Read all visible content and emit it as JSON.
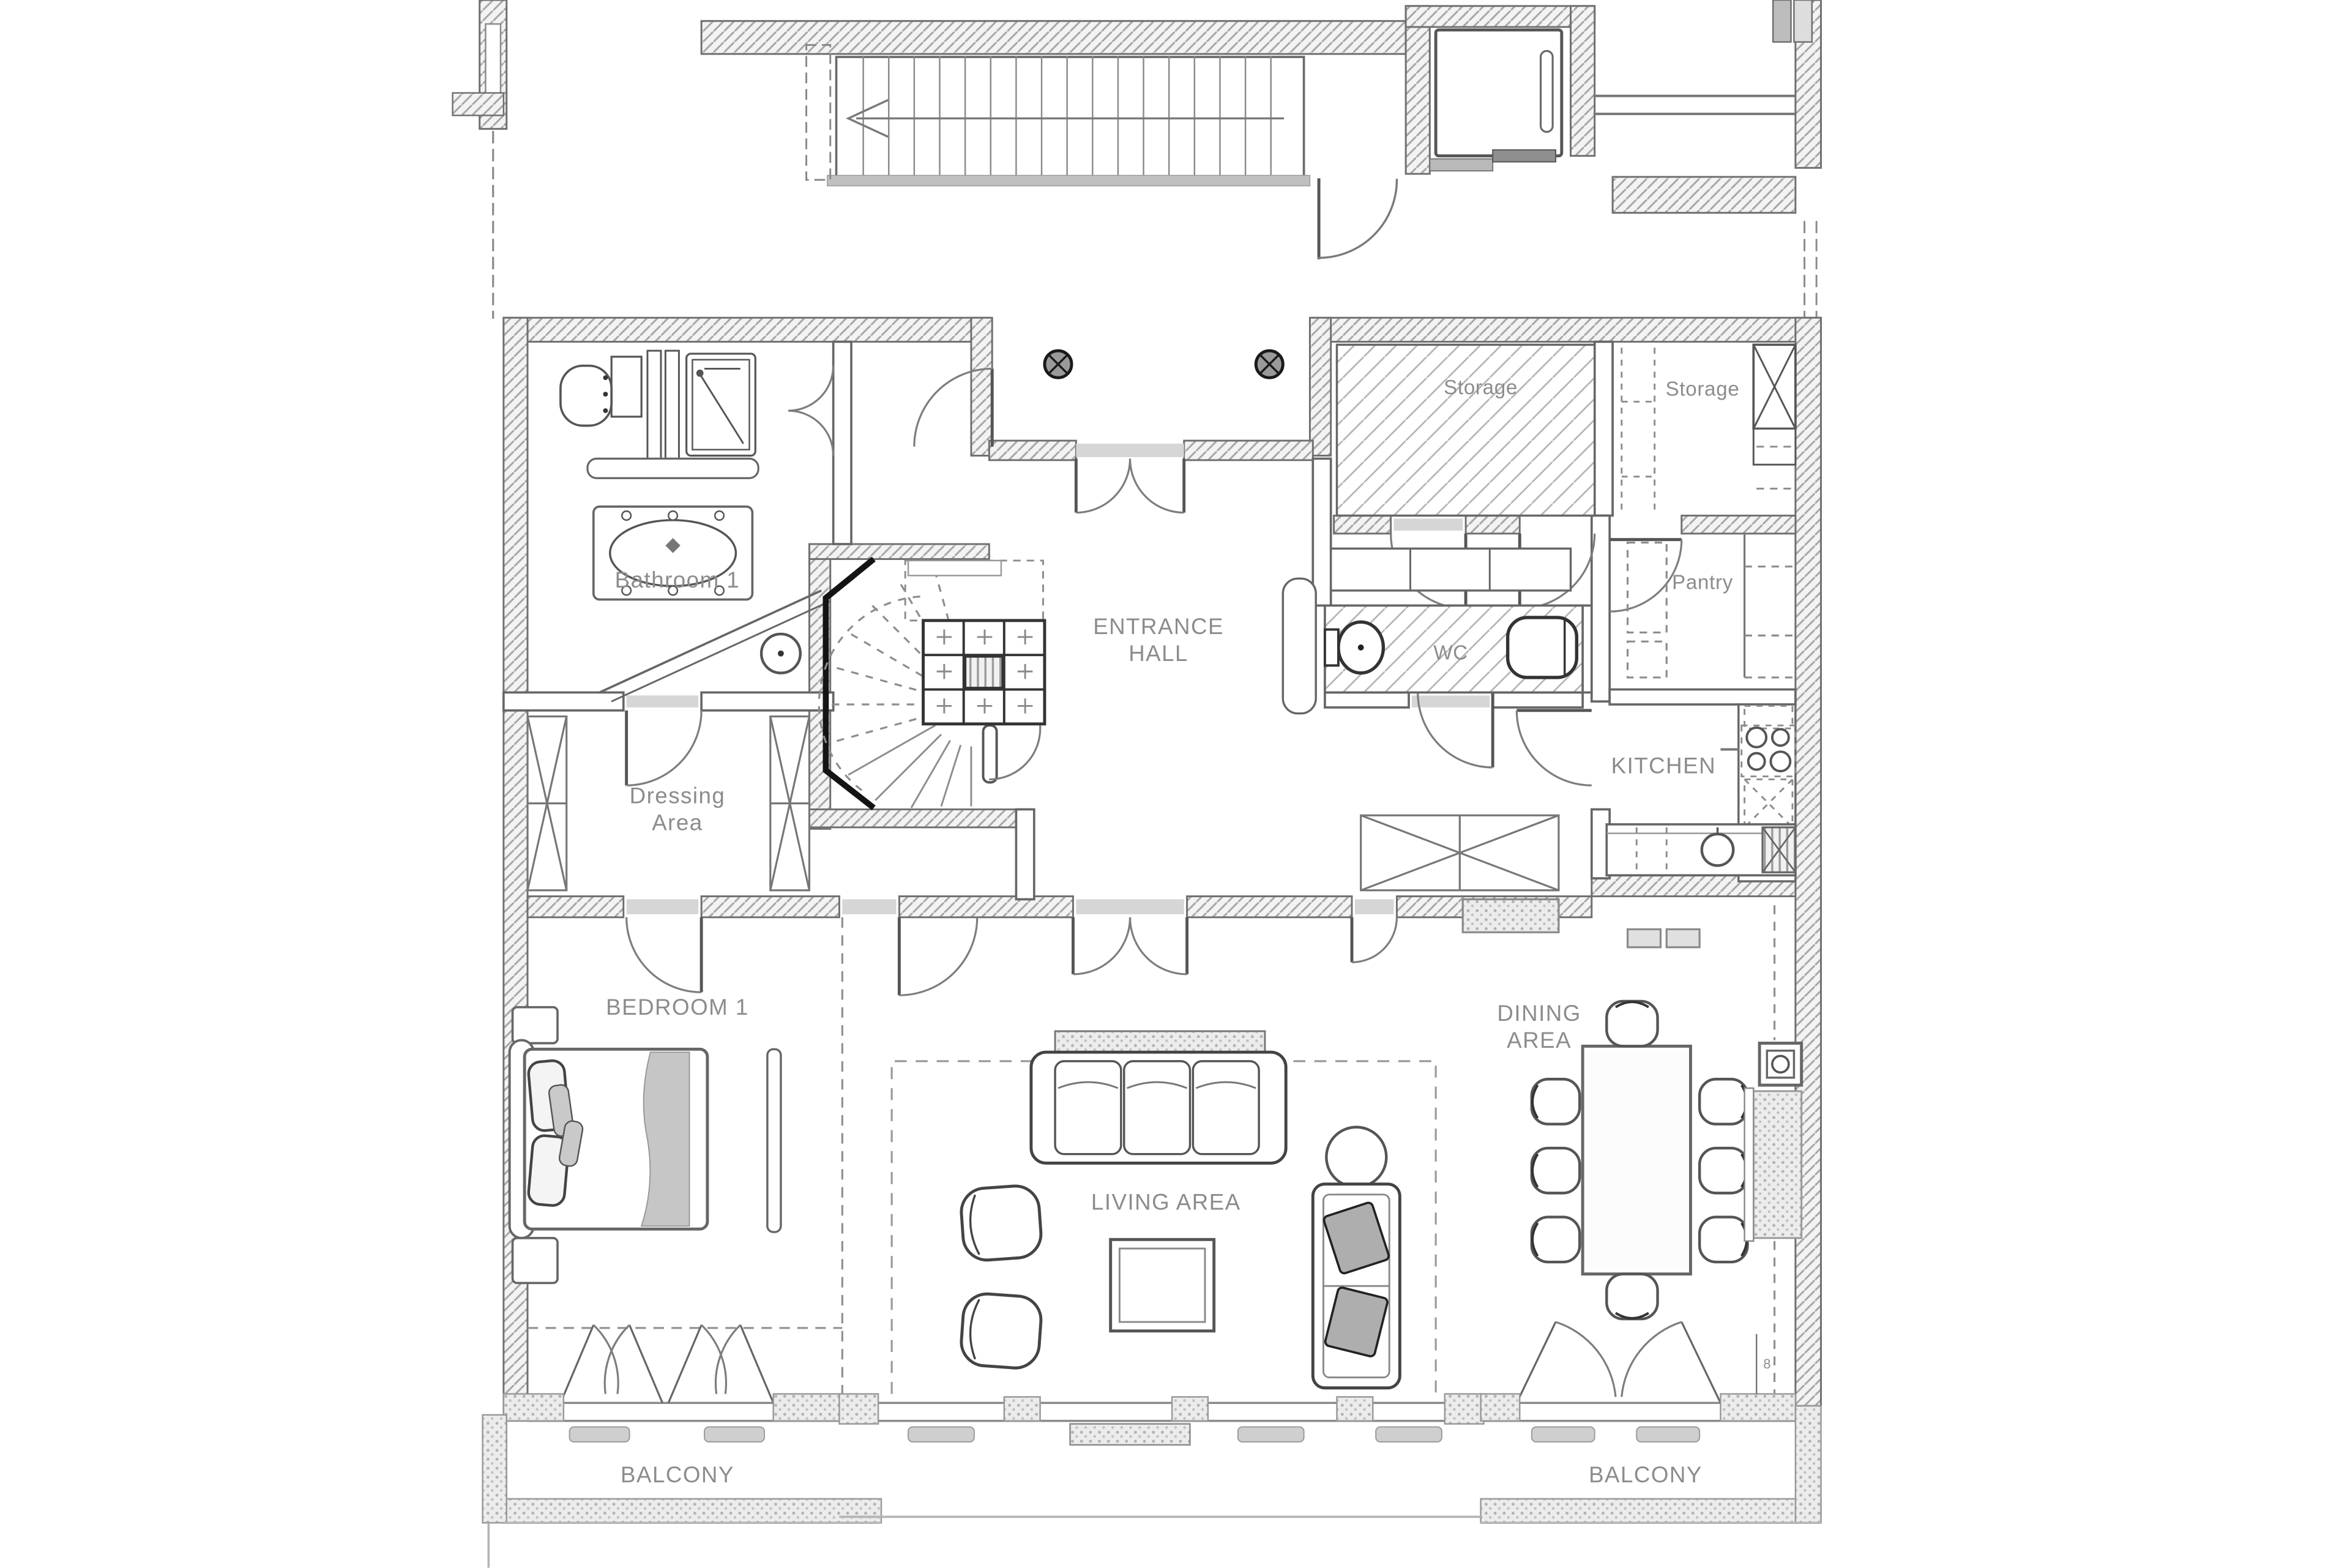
{
  "document": {
    "type": "architectural-floor-plan",
    "background": "#ffffff"
  },
  "palette": {
    "wall_line": "#6f6f6f",
    "fixture_line": "#555555",
    "thin_line": "#8a8a8a",
    "label_color": "#8c8c8c",
    "handrail_black": "#141414",
    "gray_fill": "#c6c6c6",
    "sill_gray": "#d6d6d6"
  },
  "labels": {
    "bathroom1": "Bathroom 1",
    "dressing_line1": "Dressing",
    "dressing_line2": "Area",
    "bedroom1": "BEDROOM 1",
    "entrance_line1": "ENTRANCE",
    "entrance_line2": "HALL",
    "wc": "WC",
    "storage_left": "Storage",
    "storage_right": "Storage",
    "pantry": "Pantry",
    "kitchen": "KITCHEN",
    "dining_line1": "DINING",
    "dining_line2": "AREA",
    "living": "LIVING AREA",
    "balcony_left": "BALCONY",
    "balcony_right": "BALCONY",
    "dimension_note": "8"
  }
}
